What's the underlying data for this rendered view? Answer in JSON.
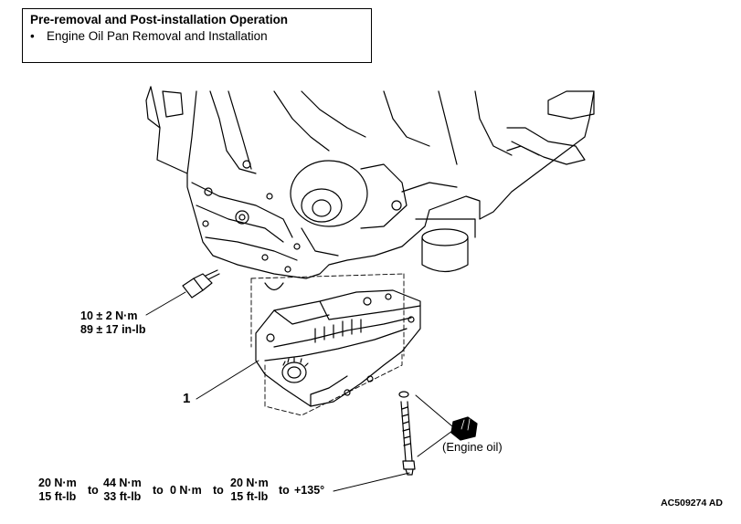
{
  "box": {
    "title": "Pre-removal and Post-installation Operation",
    "items": [
      "Engine Oil Pan Removal and Installation"
    ]
  },
  "torque_sensor": {
    "line1": "10 ± 2 N·m",
    "line2": "89 ± 17 in-lb"
  },
  "callout_1": "1",
  "engine_oil_note": "(Engine oil)",
  "tightening_sequence": [
    {
      "nm": "20 N·m",
      "ftlb": "15 ft-lb"
    },
    {
      "sep": "to"
    },
    {
      "nm": "44 N·m",
      "ftlb": "33 ft-lb"
    },
    {
      "sep": "to"
    },
    {
      "single": "0 N·m"
    },
    {
      "sep": "to"
    },
    {
      "nm": "20 N·m",
      "ftlb": "15 ft-lb"
    },
    {
      "sep": "to"
    },
    {
      "single": "+135°"
    }
  ],
  "figure_code": "AC509274 AD"
}
